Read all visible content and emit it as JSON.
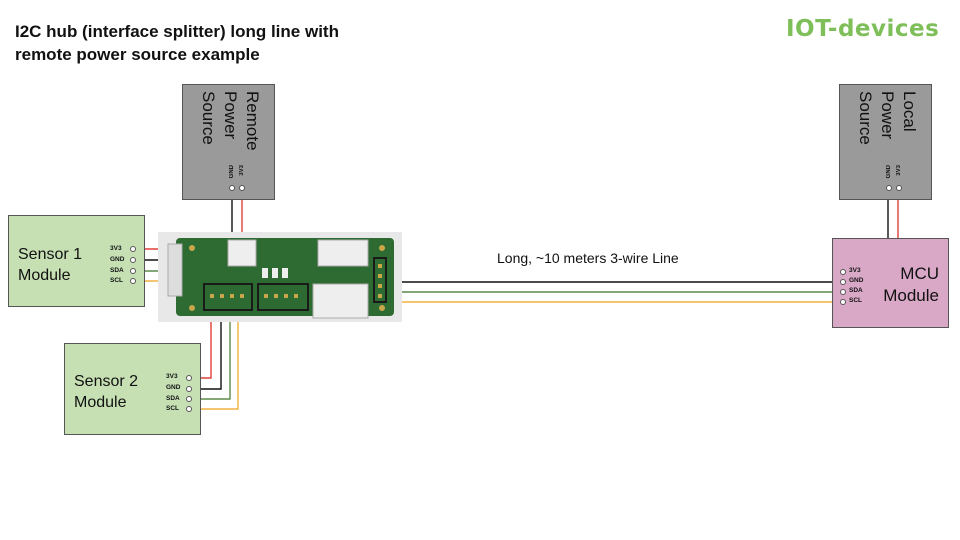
{
  "title": {
    "line1": "I2C hub (interface splitter) long line with",
    "line2": "remote power source example"
  },
  "logo": "IOT-devices",
  "sensor1": {
    "name_line1": "Sensor 1",
    "name_line2": "Module",
    "pins": [
      "3V3",
      "GND",
      "SDA",
      "SCL"
    ]
  },
  "sensor2": {
    "name_line1": "Sensor 2",
    "name_line2": "Module",
    "pins": [
      "3V3",
      "GND",
      "SDA",
      "SCL"
    ]
  },
  "remote_power": {
    "lines": [
      "Remote",
      "Power",
      "Source"
    ],
    "pins": [
      "GND",
      "3V3"
    ]
  },
  "local_power": {
    "lines": [
      "Local",
      "Power",
      "Source"
    ],
    "pins": [
      "GND",
      "3V3"
    ]
  },
  "mcu": {
    "name_line1": "MCU",
    "name_line2": "Module",
    "pins": [
      "3V3",
      "GND",
      "SDA",
      "SCL"
    ]
  },
  "long_line_label": "Long, ~10 meters 3-wire Line",
  "colors": {
    "wire_power": "#e0403a",
    "wire_ground": "#111111",
    "wire_sda": "#5a8a4a",
    "wire_scl": "#f0b040",
    "pcb": "#2d6b32",
    "connector": "#eeeeee"
  },
  "icons": [
    "i2c-hub-board"
  ]
}
